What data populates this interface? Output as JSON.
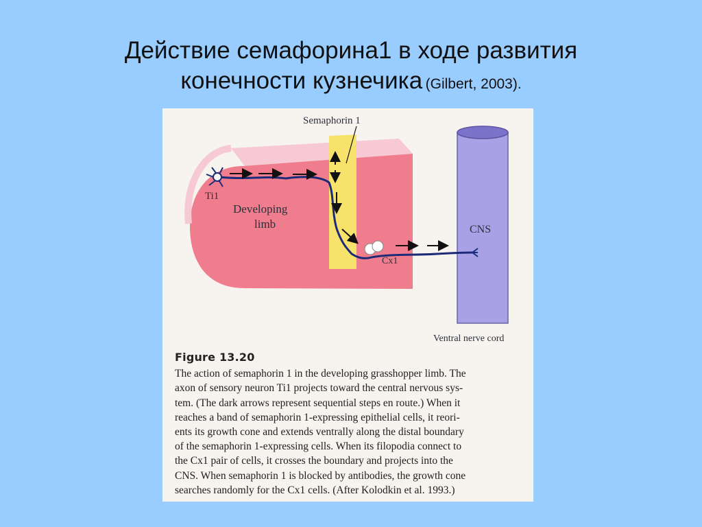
{
  "slide": {
    "title_line1": "Действие семафорина1 в ходе развития",
    "title_line2": "конечности кузнечика",
    "citation": "(Gilbert, 2003)."
  },
  "diagram": {
    "labels": {
      "semaphorin": "Semaphorin 1",
      "ti1": "Ti1",
      "developing_1": "Developing",
      "developing_2": "limb",
      "cx1": "Cx1",
      "cns": "CNS",
      "ventral": "Ventral nerve cord"
    },
    "colors": {
      "limb_pink": "#ef7d8d",
      "limb_top": "#f6c9d4",
      "semaphorin_band": "#f7e26b",
      "cns_purple": "#a9a1e6",
      "axon": "#1c2a78"
    }
  },
  "caption": {
    "heading": "Figure 13.20",
    "lines": [
      "The action of semaphorin 1 in the developing grasshopper limb. The",
      "axon of sensory neuron Ti1 projects toward the central nervous sys-",
      "tem. (The dark arrows represent sequential steps en route.) When it",
      "reaches a band of semaphorin 1-expressing epithelial cells, it reori-",
      "ents its growth cone and extends ventrally along the distal boundary",
      "of the semaphorin 1-expressing cells. When its filopodia connect to",
      "the Cx1 pair of cells, it crosses the boundary and projects into the",
      "CNS. When semaphorin 1 is blocked by antibodies, the growth cone",
      "searches randomly for the Cx1 cells. (After Kolodkin et al. 1993.)"
    ]
  }
}
